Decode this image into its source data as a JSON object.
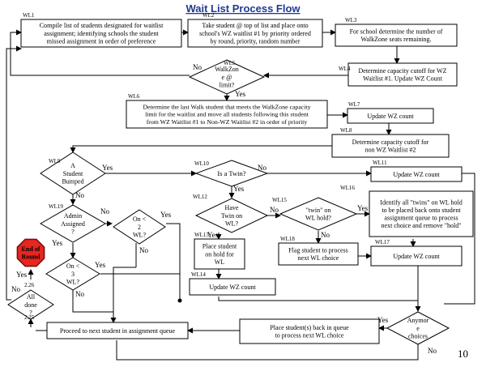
{
  "title": "Wait List Process Flow",
  "page_number": "10",
  "colors": {
    "ink": "#000000",
    "title": "#1f3a93",
    "stop": "#e8251f"
  },
  "nodes": [
    {
      "id": "wl1",
      "tag": "WL1",
      "shape": "rect",
      "lines": [
        "Compile list of students designated for waitlist",
        "assignment; identifying schools the student",
        "missed assignment in order of preference"
      ]
    },
    {
      "id": "wl2",
      "tag": "WL2",
      "shape": "rect",
      "lines": [
        "Take student @ top of list and place onto",
        "school's WZ waitlist #1  by priority ordered",
        "by round, priority, random number"
      ]
    },
    {
      "id": "wl3",
      "tag": "WL3",
      "shape": "rect",
      "lines": [
        "For school determine the number of",
        "WalkZone seats remaining."
      ]
    },
    {
      "id": "wl4",
      "tag": "WL4",
      "shape": "rect",
      "lines": [
        "Determine capacity cutoff for WZ",
        "Waitlist #1.  Update WZ Count"
      ]
    },
    {
      "id": "wl5",
      "tag": "WL5",
      "shape": "diamond",
      "lines": [
        "WalkZon",
        "e @",
        "limit?"
      ]
    },
    {
      "id": "wl6",
      "tag": "WL6",
      "shape": "rect",
      "lines": [
        "Determine the last Walk student that meets the WalkZone capacity",
        "limit for the waitlist and move all students following this student",
        "from WZ Waitlist #1 to Non-WZ Waitlist #2 in order of priority"
      ]
    },
    {
      "id": "wl7",
      "tag": "WL7",
      "shape": "rect",
      "lines": [
        "Update WZ count"
      ]
    },
    {
      "id": "wl8",
      "tag": "WL8",
      "shape": "rect",
      "lines": [
        "Determine capacity cutoff for",
        "non WZ Waitlist #2"
      ]
    },
    {
      "id": "wl9",
      "tag": "WL9",
      "shape": "diamond",
      "lines": [
        "A",
        "Student",
        "Bumped"
      ]
    },
    {
      "id": "wl10",
      "tag": "WL10",
      "shape": "diamond",
      "lines": [
        "Is a Twin?"
      ]
    },
    {
      "id": "wl11",
      "tag": "WL11",
      "shape": "rect",
      "lines": [
        "Update WZ count"
      ]
    },
    {
      "id": "wl12",
      "tag": "WL12",
      "shape": "diamond",
      "lines": [
        "Have",
        "Twin on",
        "WL?"
      ]
    },
    {
      "id": "wl15",
      "tag": "WL15",
      "shape": "diamond",
      "lines": [
        "\"twin\" on",
        "WL hold?"
      ]
    },
    {
      "id": "wl16",
      "tag": "WL16",
      "shape": "rect",
      "lines": [
        "Identify all \"twins\" on WL hold",
        "to be placed back onto student",
        "assignment queue to process",
        "next choice and remove \"hold\""
      ]
    },
    {
      "id": "wl19",
      "tag": "WL19",
      "shape": "diamond",
      "lines": [
        "Admin",
        "Assigned",
        "?"
      ]
    },
    {
      "id": "onlt2",
      "tag": "",
      "shape": "diamond",
      "lines": [
        "On <",
        "2",
        "WL?"
      ]
    },
    {
      "id": "wl13",
      "tag": "WL13",
      "shape": "rect",
      "lines": [
        "Place student",
        "on hold for",
        "WL"
      ]
    },
    {
      "id": "wl18",
      "tag": "WL18",
      "shape": "rect",
      "lines": [
        "Flag student to process",
        "next WL choice"
      ]
    },
    {
      "id": "wl17",
      "tag": "WL17",
      "shape": "rect",
      "lines": [
        "Update WZ count"
      ]
    },
    {
      "id": "end",
      "tag": "",
      "shape": "octagon",
      "lines": [
        "End of",
        "Round"
      ]
    },
    {
      "id": "onlt3",
      "tag": "",
      "shape": "diamond",
      "lines": [
        "On <",
        "3",
        "WL?"
      ]
    },
    {
      "id": "wl14",
      "tag": "WL14",
      "shape": "rect",
      "lines": [
        "Update WZ count"
      ]
    },
    {
      "id": "alldone",
      "tag": "2.26",
      "shape": "diamond",
      "lines": [
        "All",
        "done",
        "?"
      ]
    },
    {
      "id": "proceed",
      "tag": "2.25",
      "shape": "rect",
      "lines": [
        "Proceed to next student in assignment queue"
      ]
    },
    {
      "id": "placeback",
      "tag": "",
      "shape": "rect",
      "lines": [
        "Place student(s) back in queue",
        "to process next WL choice"
      ]
    },
    {
      "id": "anymore",
      "tag": "",
      "shape": "diamond",
      "lines": [
        "Anymor",
        "e",
        "choices"
      ]
    }
  ],
  "edge_labels": {
    "no": "No",
    "yes": "Yes"
  }
}
